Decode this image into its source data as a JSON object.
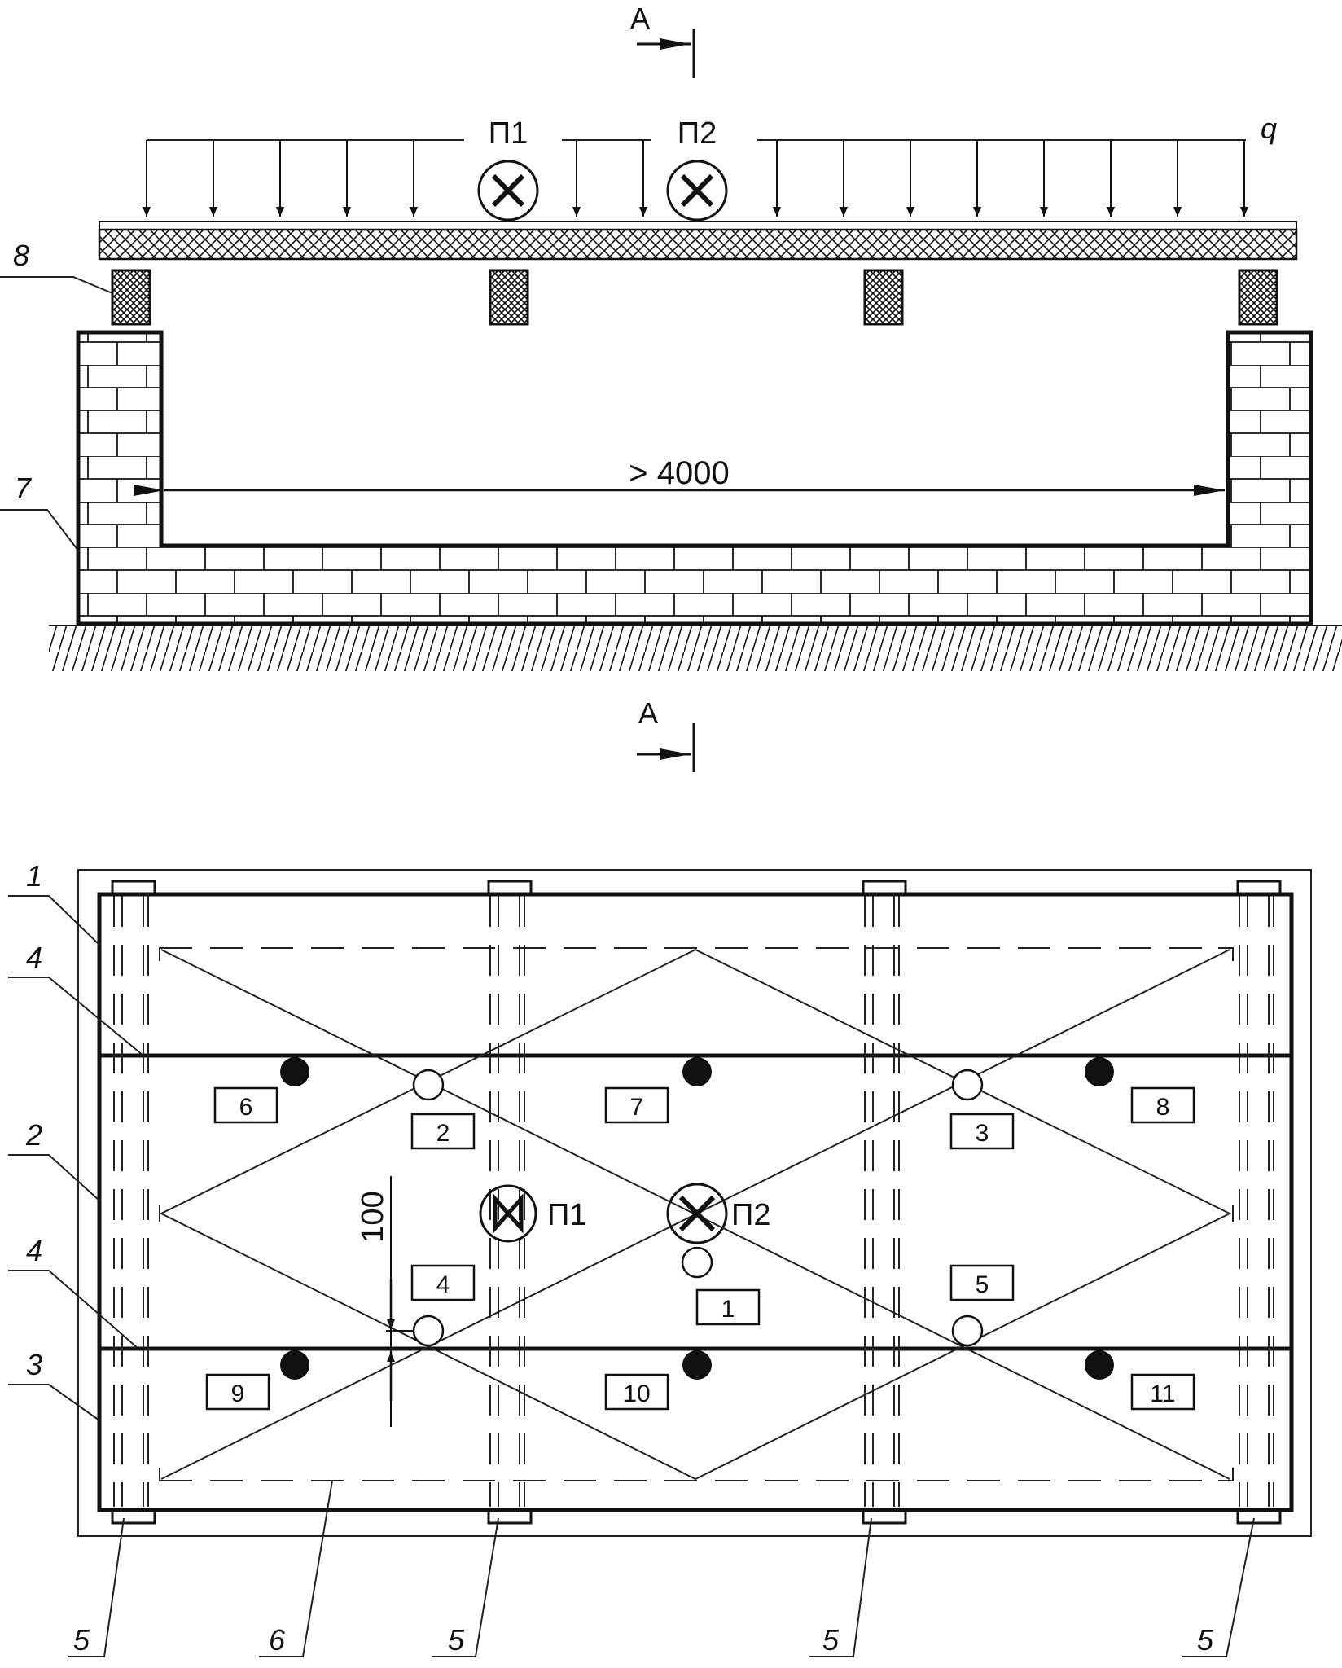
{
  "section": {
    "section_label": "А",
    "dimension": "> 4000",
    "load_label": "q",
    "point_label_1": "П1",
    "point_label_2": "П2",
    "callout_8": "8",
    "callout_7": "7"
  },
  "plan": {
    "callouts_left": [
      "1",
      "4",
      "2",
      "4",
      "3"
    ],
    "callouts_bottom": [
      "5",
      "6",
      "5",
      "5",
      "5"
    ],
    "point_label_1": "П1",
    "point_label_2": "П2",
    "dim_100": "100",
    "boxes": [
      "1",
      "2",
      "3",
      "4",
      "5",
      "6",
      "7",
      "8",
      "9",
      "10",
      "11"
    ]
  }
}
